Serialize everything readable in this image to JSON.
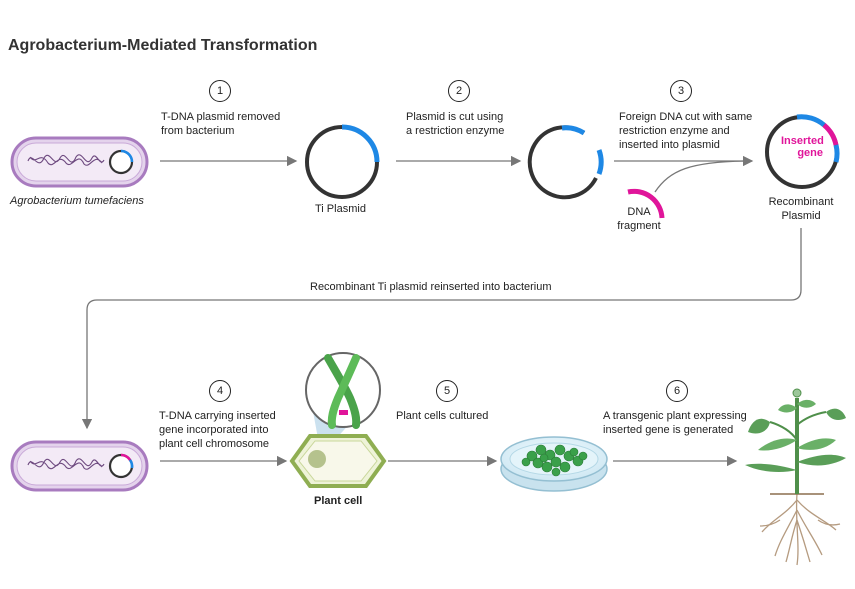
{
  "title": "Agrobacterium-Mediated Transformation",
  "steps": {
    "s1": {
      "num": "1",
      "text_l1": "T-DNA plasmid removed",
      "text_l2": "from bacterium"
    },
    "s2": {
      "num": "2",
      "text_l1": "Plasmid is cut using",
      "text_l2": "a restriction enzyme"
    },
    "s3": {
      "num": "3",
      "text_l1": "Foreign DNA cut with same",
      "text_l2": "restriction enzyme and",
      "text_l3": "inserted into plasmid"
    },
    "s4": {
      "num": "4",
      "text_l1": "T-DNA carrying  inserted",
      "text_l2": "gene  incorporated into",
      "text_l3": "plant cell chromosome"
    },
    "s5": {
      "num": "5",
      "text_l1": "Plant cells cultured"
    },
    "s6": {
      "num": "6",
      "text_l1": "A transgenic plant expressing",
      "text_l2": "inserted gene is generated"
    }
  },
  "labels": {
    "bacterium": "Agrobacterium tumefaciens",
    "ti_plasmid": "Ti Plasmid",
    "dna_fragment_l1": "DNA",
    "dna_fragment_l2": "fragment",
    "recombinant_l1": "Recombinant",
    "recombinant_l2": "Plasmid",
    "inserted_l1": "Inserted",
    "inserted_l2": "gene",
    "reinsert": "Recombinant Ti plasmid  reinserted into  bacterium",
    "plant_cell": "Plant cell"
  },
  "colors": {
    "plasmid_dark": "#333333",
    "plasmid_blue": "#1e88e5",
    "insert_magenta": "#e0159a",
    "bacterium_fill": "#e4d3ec",
    "bacterium_stroke": "#a87bbf",
    "arrow": "#777777",
    "leaf_green": "#5a9e58",
    "culture_green": "#3aa04a",
    "root": "#b59b80"
  },
  "icons": [
    "bacterium-icon",
    "plasmid-icon",
    "chromosome-icon",
    "plant-cell-icon",
    "petri-dish-icon",
    "plant-icon"
  ]
}
